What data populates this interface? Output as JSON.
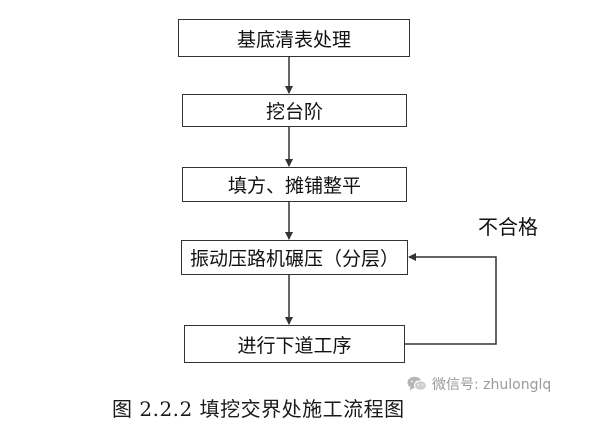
{
  "steps": [
    {
      "label": "基底清表处理"
    },
    {
      "label": "挖台阶"
    },
    {
      "label": "填方、摊铺整平"
    },
    {
      "label": "振动压路机碾压（分层）"
    },
    {
      "label": "进行下道工序"
    }
  ],
  "reject_label": "不合格",
  "caption": "图 2.2.2 填挖交界处施工流程图",
  "watermark": {
    "icon": "wechat-icon",
    "text": "微信号: zhulonglq"
  },
  "colors": {
    "line": "#333333",
    "watermark": "#9a9a9a"
  }
}
